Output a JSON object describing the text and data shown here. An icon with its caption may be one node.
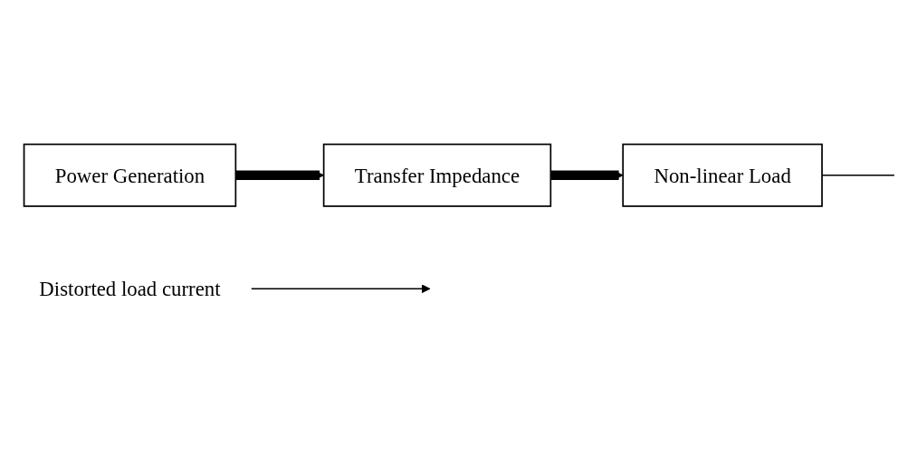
{
  "diagram": {
    "nodes": [
      {
        "text": [
          "Power Generation"
        ]
      },
      {
        "text": [
          "Transfer Impedance"
        ]
      },
      {
        "text": [
          "Non-linear Load"
        ]
      },
      {
        "text": [
          "Distorted load current"
        ]
      }
    ],
    "edges": [
      {
        "from": 0,
        "to": 1,
        "arrow": "to",
        "style": "thick"
      },
      {
        "from": 1,
        "to": 2,
        "arrow": "to",
        "style": "thick"
      },
      {
        "from": 3,
        "to": null,
        "arrow": "to"
      },
      {
        "from": 2,
        "to": null,
        "arrow": "none"
      }
    ]
  }
}
